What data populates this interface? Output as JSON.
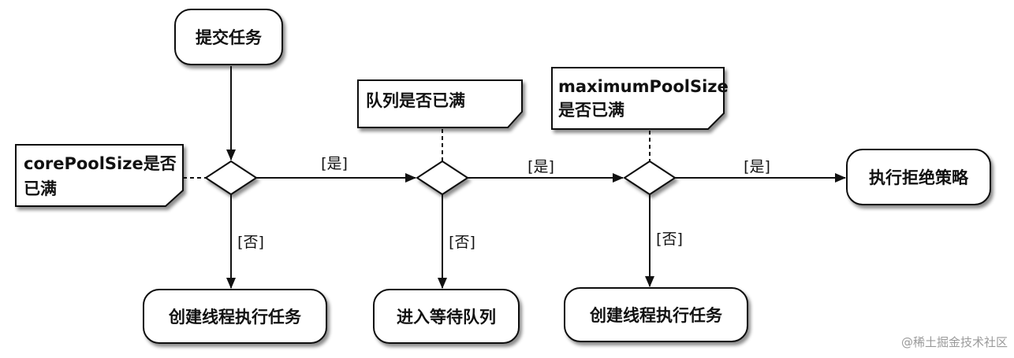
{
  "nodes": {
    "submit": "提交任务",
    "create_core": "创建线程执行任务",
    "enqueue": "进入等待队列",
    "create_max": "创建线程执行任务",
    "reject": "执行拒绝策略"
  },
  "notes": {
    "core_line1": "corePoolSize是否",
    "core_line2": "已满",
    "queue_line1": "队列是否已满",
    "max_line1": "maximumPoolSize",
    "max_line2": "是否已满"
  },
  "edge_labels": {
    "yes1": "[是]",
    "yes2": "[是]",
    "yes3": "[是]",
    "no1": "[否]",
    "no2": "[否]",
    "no3": "[否]"
  },
  "watermark": "@稀土掘金技术社区"
}
